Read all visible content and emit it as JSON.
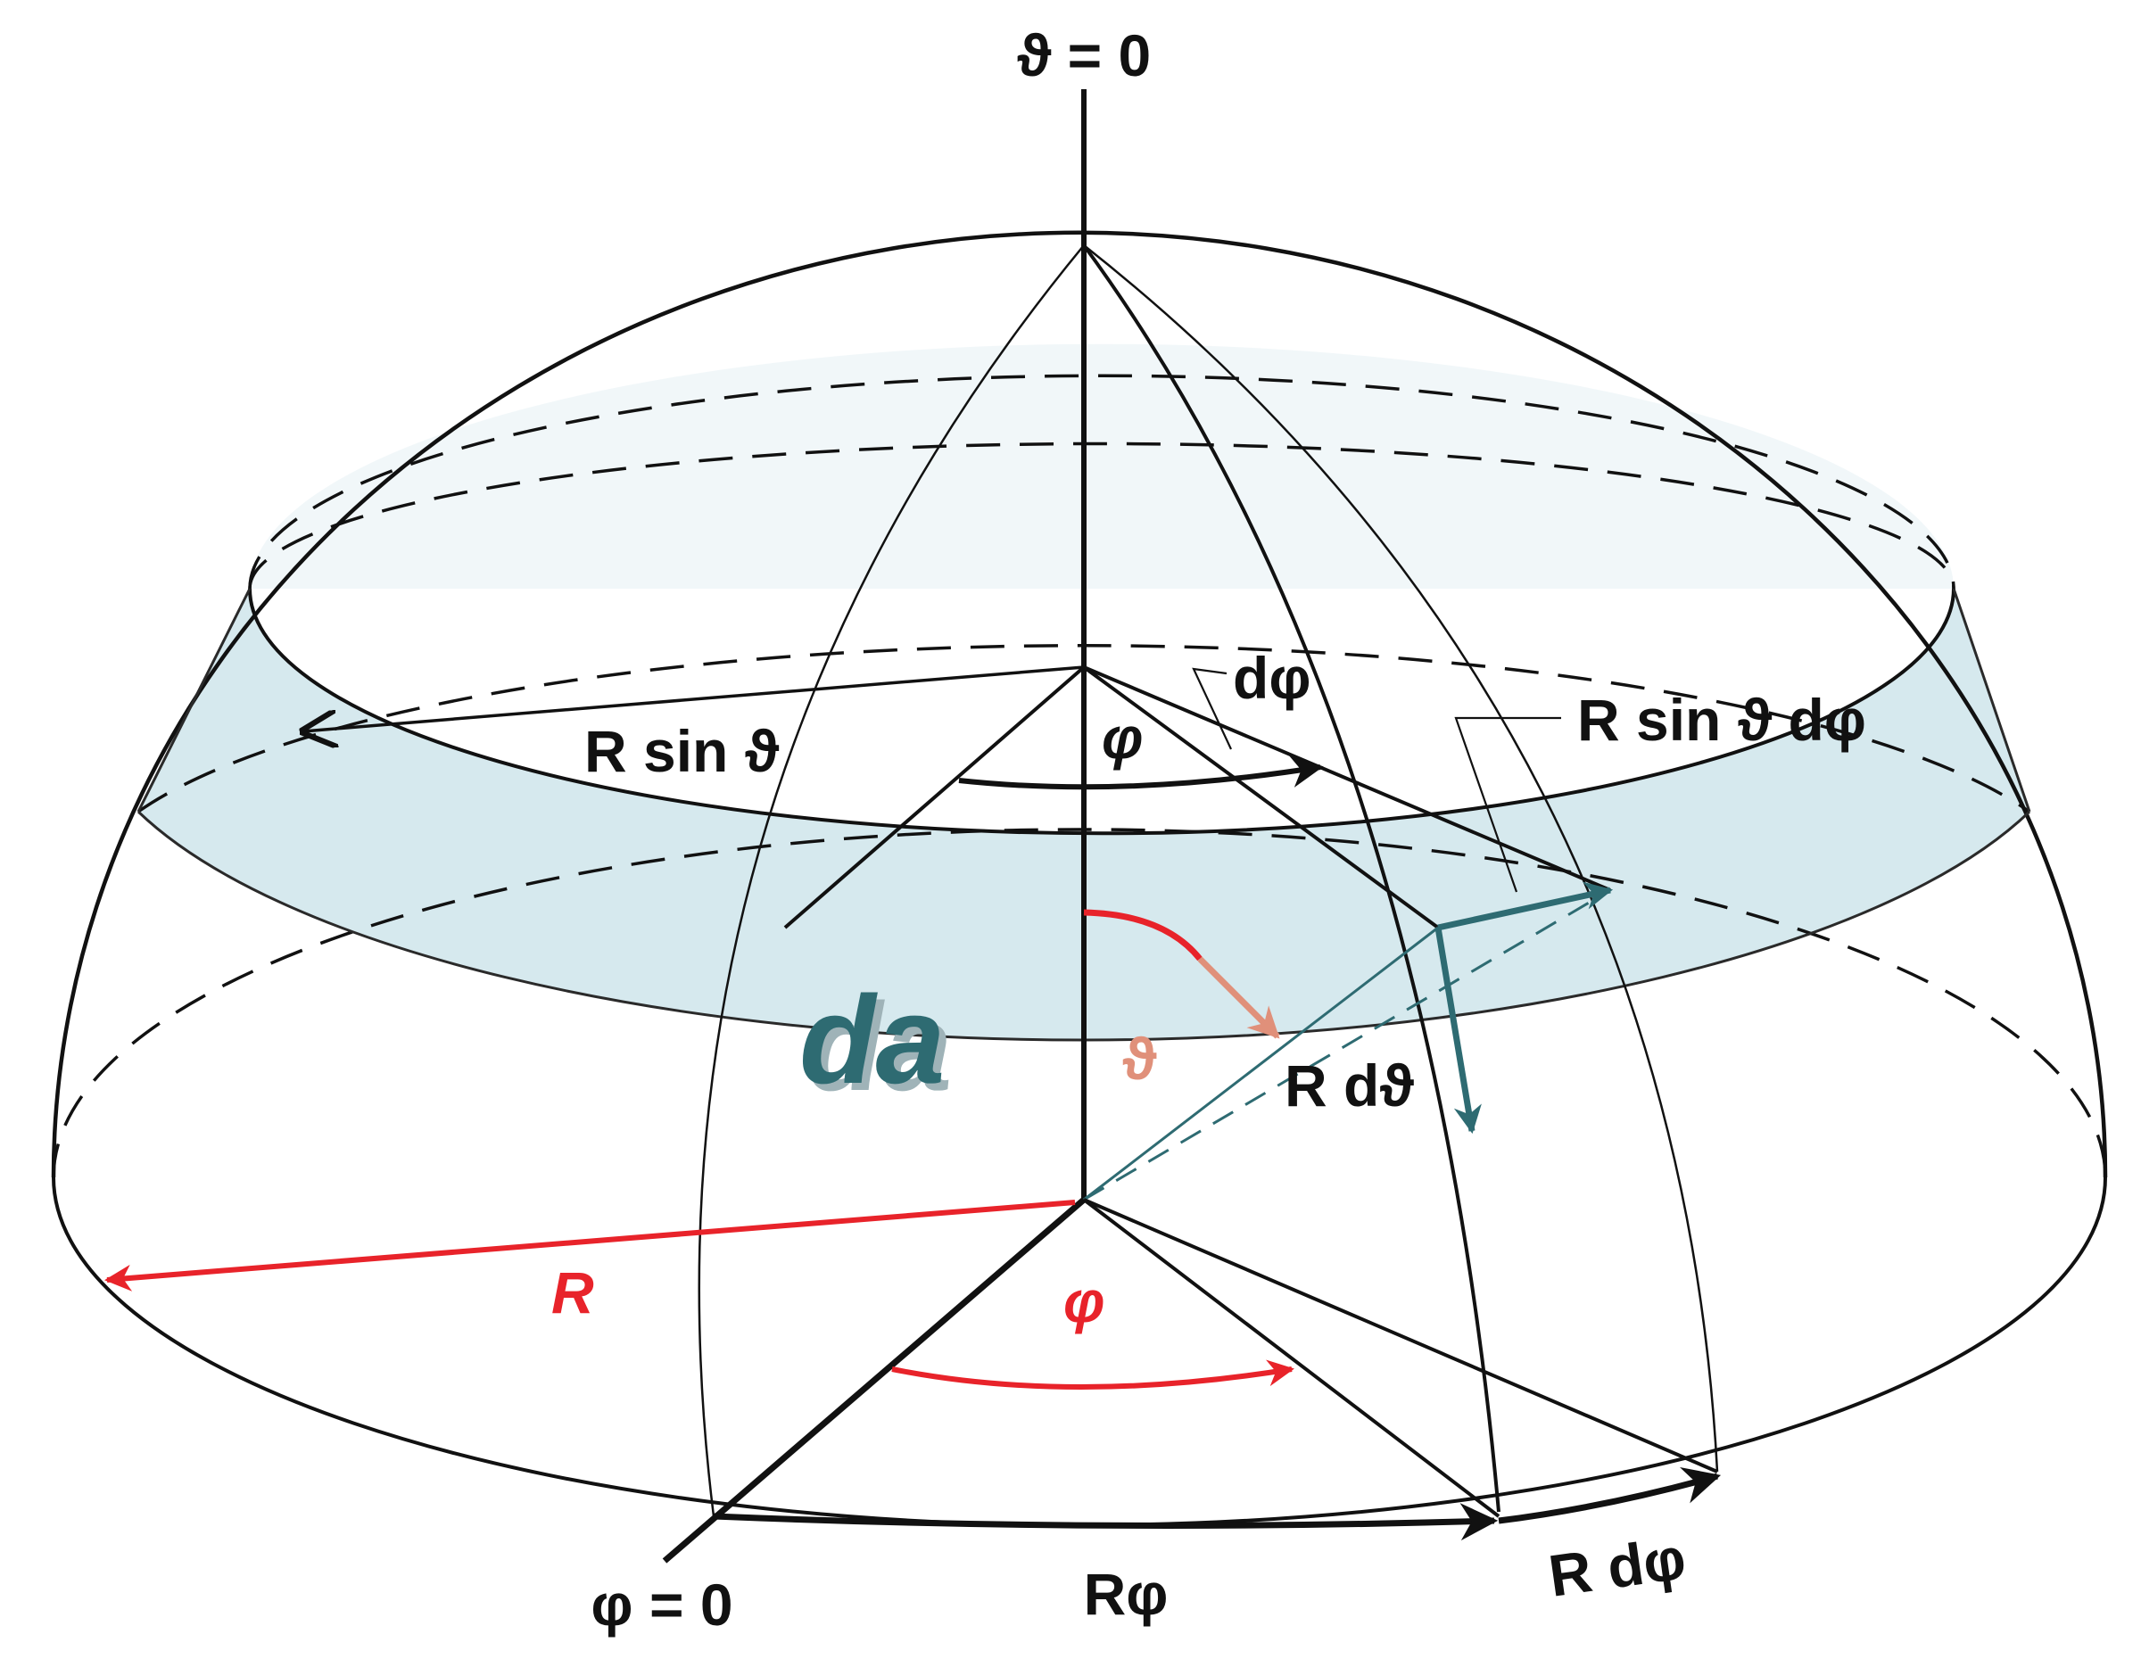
{
  "labels": {
    "theta_zero": "ϑ = 0",
    "phi_zero": "φ = 0",
    "d_phi": "dφ",
    "phi_top": "φ",
    "r_sin_theta": "R sin ϑ",
    "r_sin_theta_d_phi": "R sin ϑ dφ",
    "theta": "ϑ",
    "r_d_theta": "R dϑ",
    "da": "da",
    "radius": "R",
    "phi_bottom": "φ",
    "r_phi": "Rφ",
    "r_d_phi": "R dφ"
  },
  "colors": {
    "line": "#111111",
    "red": "#e8232a",
    "salmon": "#e0907a",
    "teal": "#2e6b72",
    "band_fill": "#d6e9ee",
    "band_fill_top": "#e6f1f4"
  }
}
